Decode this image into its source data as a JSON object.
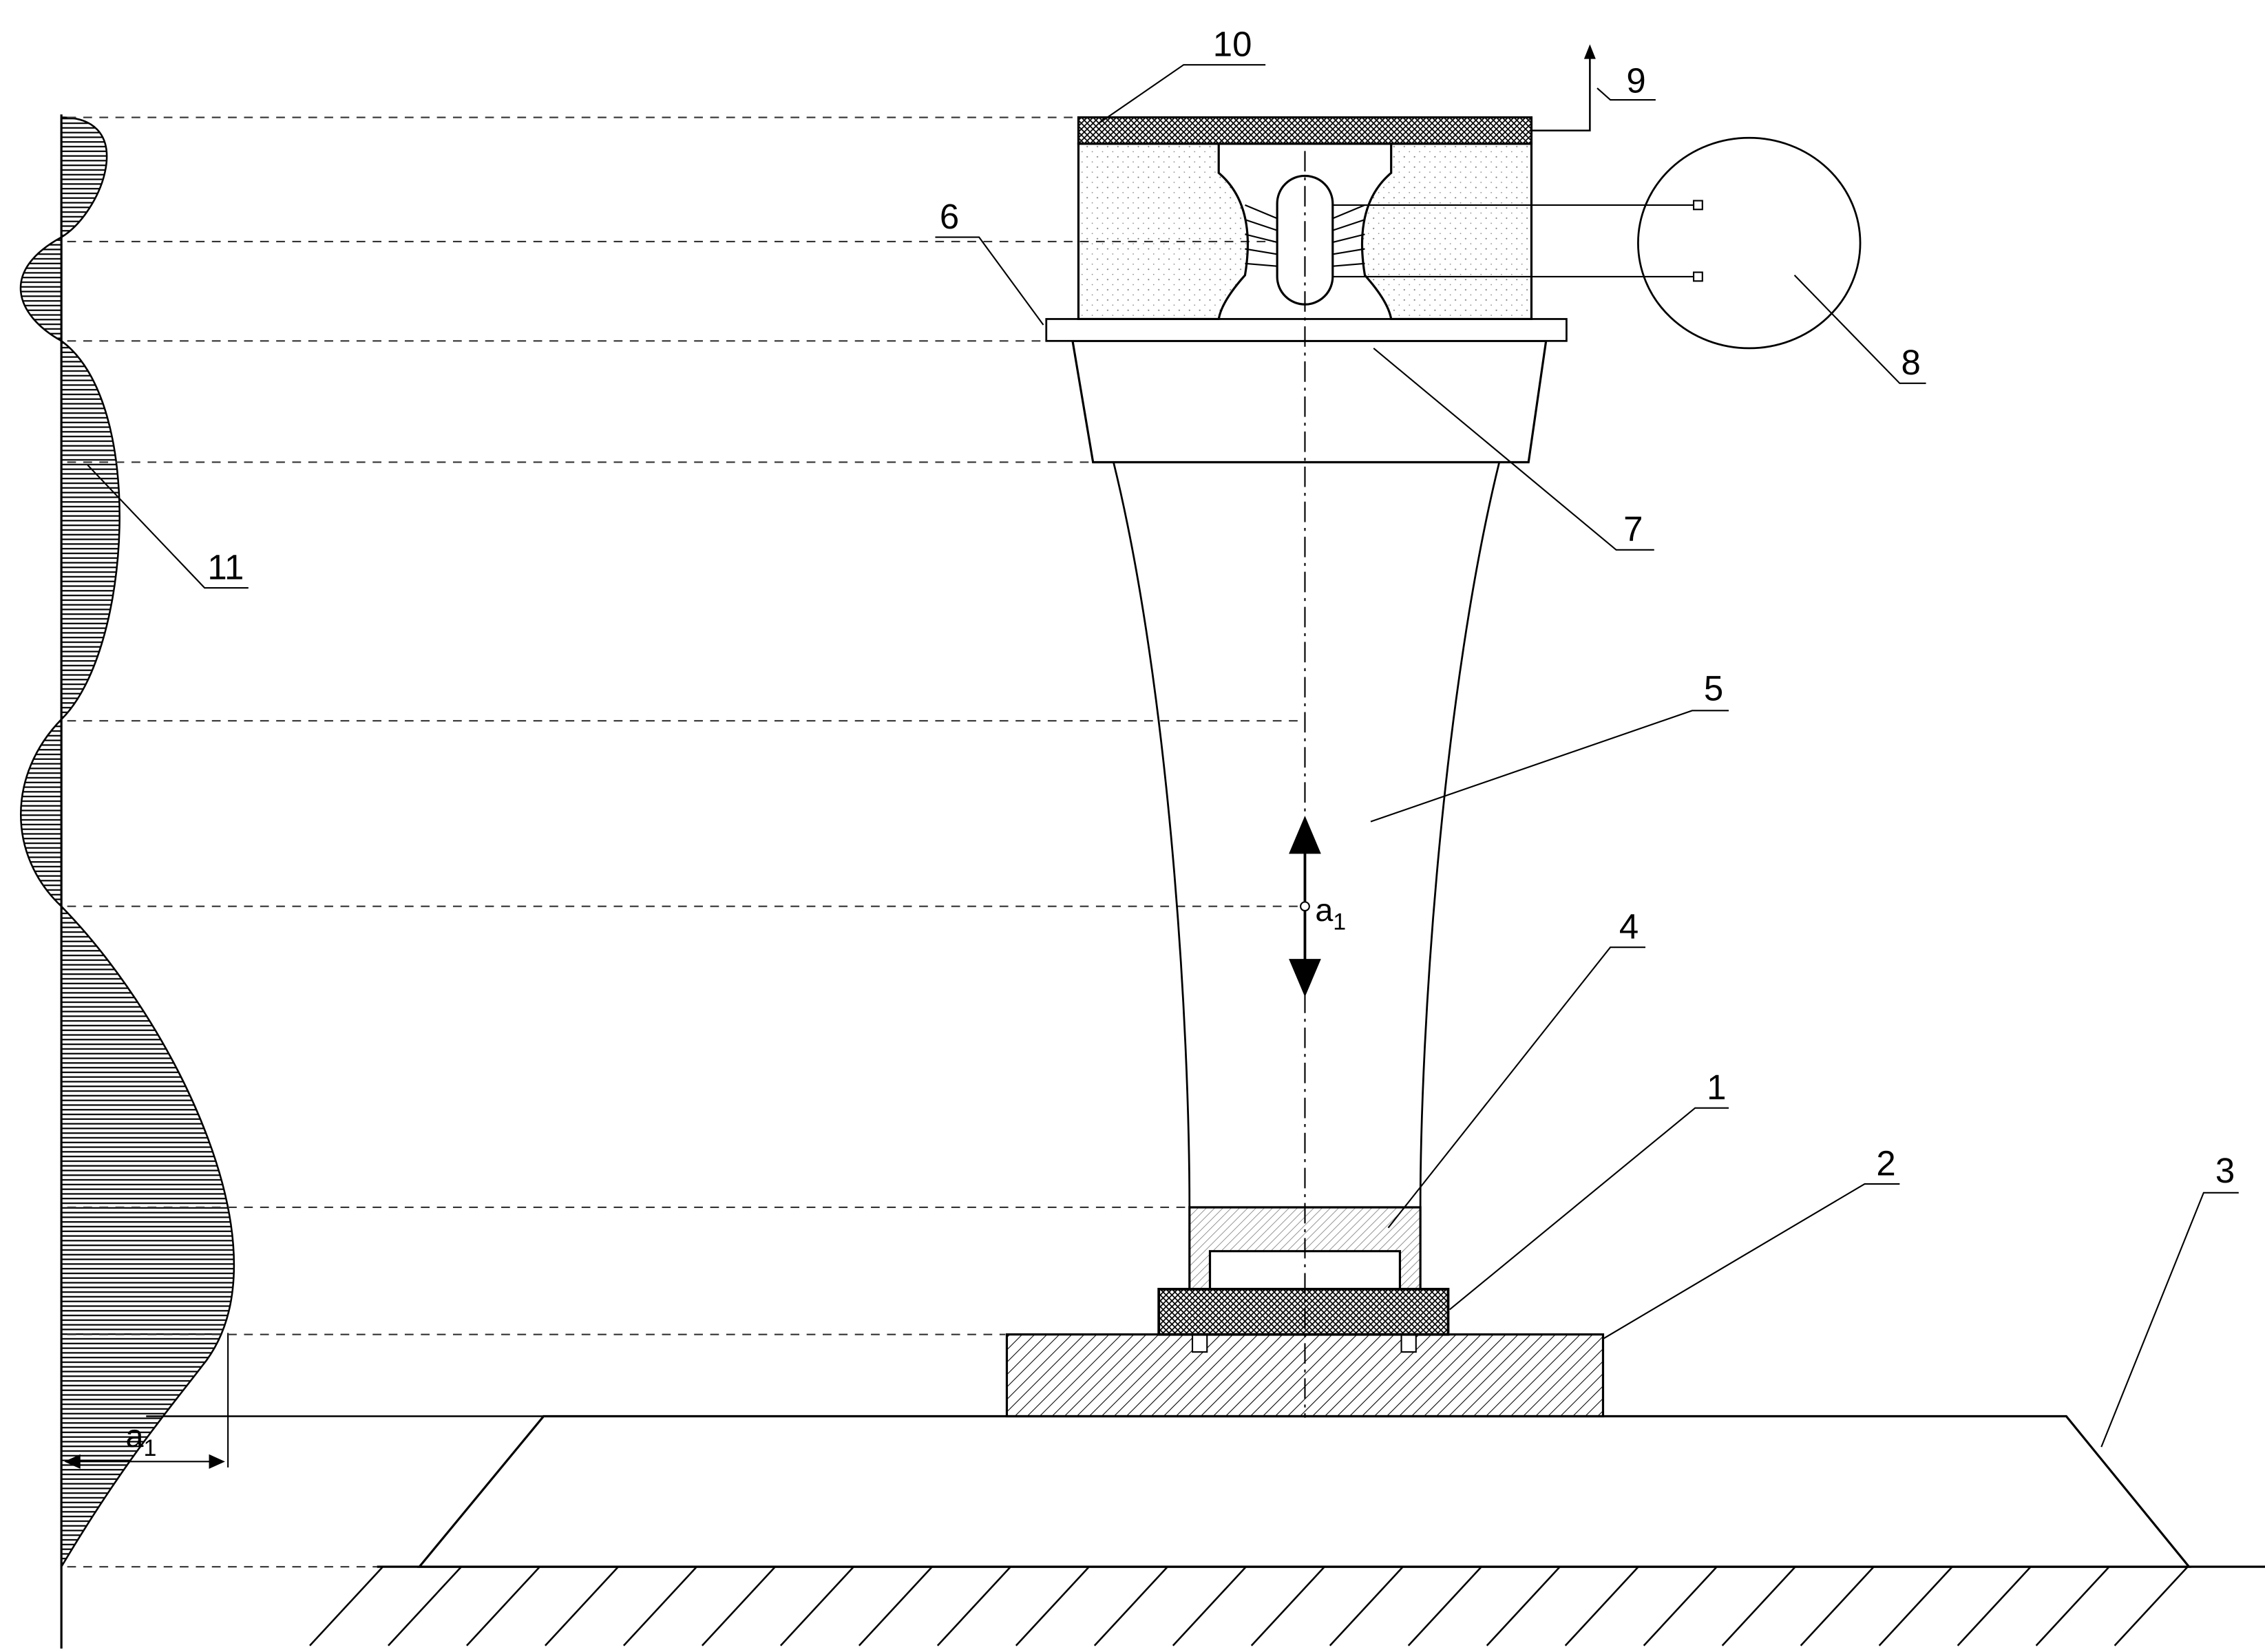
{
  "labels": {
    "part_1": "1",
    "part_2": "2",
    "part_3": "3",
    "part_4": "4",
    "part_5": "5",
    "part_6": "6",
    "part_7": "7",
    "part_8": "8",
    "part_9": "9",
    "part_10": "10",
    "part_11": "11"
  },
  "amplitude": {
    "symbol": "a",
    "subscript": "1"
  },
  "colors": {
    "line": "#000000",
    "dashed": "#333333",
    "background": "#ffffff"
  }
}
